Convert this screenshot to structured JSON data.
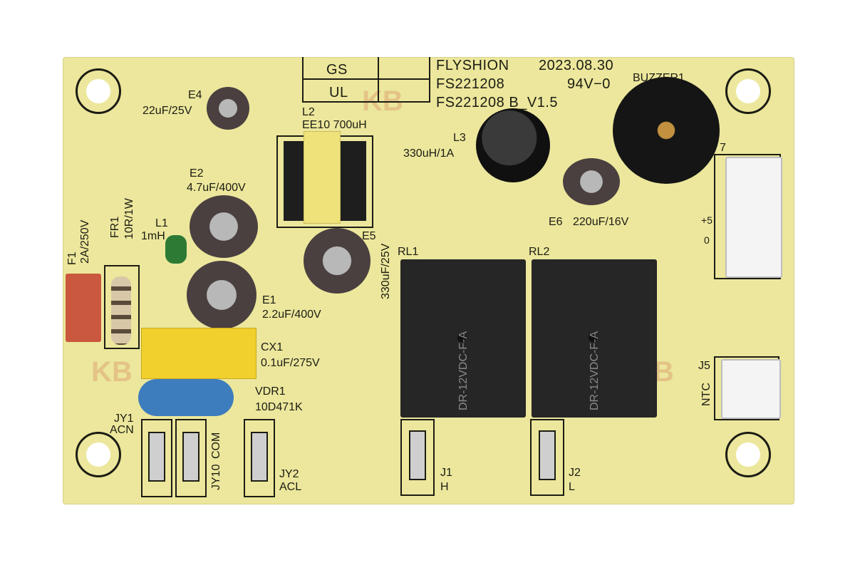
{
  "board": {
    "maker": "FLYSHION",
    "date": "2023.08.30",
    "part_no": "FS221208",
    "version": "FS221208  B_V1.5",
    "ul_mark": "94V−0",
    "cert_gs": "GS",
    "cert_ul": "UL"
  },
  "components": {
    "e4_ref": "E4",
    "e4_val": "22uF/25V",
    "l2_ref": "L2",
    "l2_val": "EE10 700uH",
    "l3_ref": "L3",
    "l3_val": "330uH/1A",
    "buzzer_ref": "BUZZER1",
    "e2_ref": "E2",
    "e2_val": "4.7uF/400V",
    "l1_ref": "L1",
    "l1_val": "1mH",
    "fr1_ref": "FR1",
    "fr1_val": "10R/1W",
    "f1_ref": "F1",
    "f1_val": "2A/250V",
    "e5_ref": "E5",
    "e5_val": "330uF/25V",
    "e6_ref": "E6",
    "e6_val": "220uF/16V",
    "e1_ref": "E1",
    "e1_val": "2.2uF/400V",
    "cx1_ref": "CX1",
    "cx1_val": "0.1uF/275V",
    "vdr1_ref": "VDR1",
    "vdr1_val": "10D471K",
    "rl1_ref": "RL1",
    "rl2_ref": "RL2",
    "relay_text": "DR-12VDC-F-A",
    "j1_ref": "J1",
    "j1_sig": "H",
    "j2_ref": "J2",
    "j2_sig": "L",
    "j5_ref": "J5",
    "ntc": "NTC",
    "jy1_ref": "JY1",
    "jy1_sig": "ACN",
    "jy10_ref": "JY10",
    "jy10_sig": "COM",
    "jy2_ref": "JY2",
    "jy2_sig": "ACL",
    "conn_plus5": "+5",
    "conn_zero": "0",
    "conn_ref_partial": "7"
  }
}
